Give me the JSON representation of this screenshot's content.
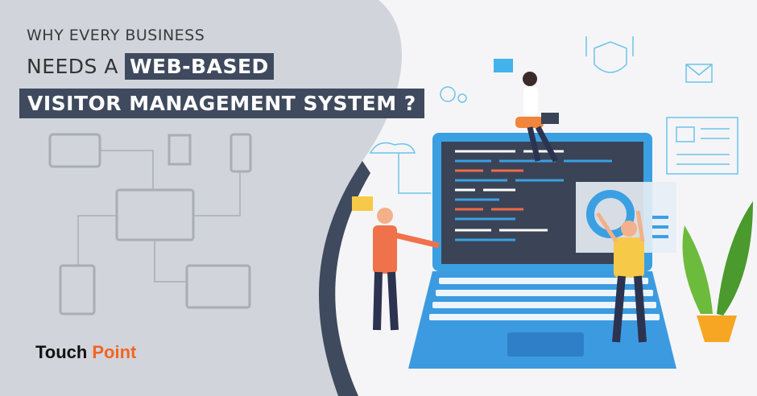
{
  "headline": {
    "line1": "WHY EVERY BUSINESS",
    "line2_prefix": "NEEDS A",
    "line2_highlight": "WEB-BASED",
    "line3": "VISITOR MANAGEMENT SYSTEM ?"
  },
  "logo": {
    "part1": "Touch",
    "part2": "Point"
  },
  "colors": {
    "navy": "#3f4a5e",
    "gray_panel": "#d1d4db",
    "laptop_blue": "#3aa0e2",
    "brand_orange": "#f26522"
  }
}
